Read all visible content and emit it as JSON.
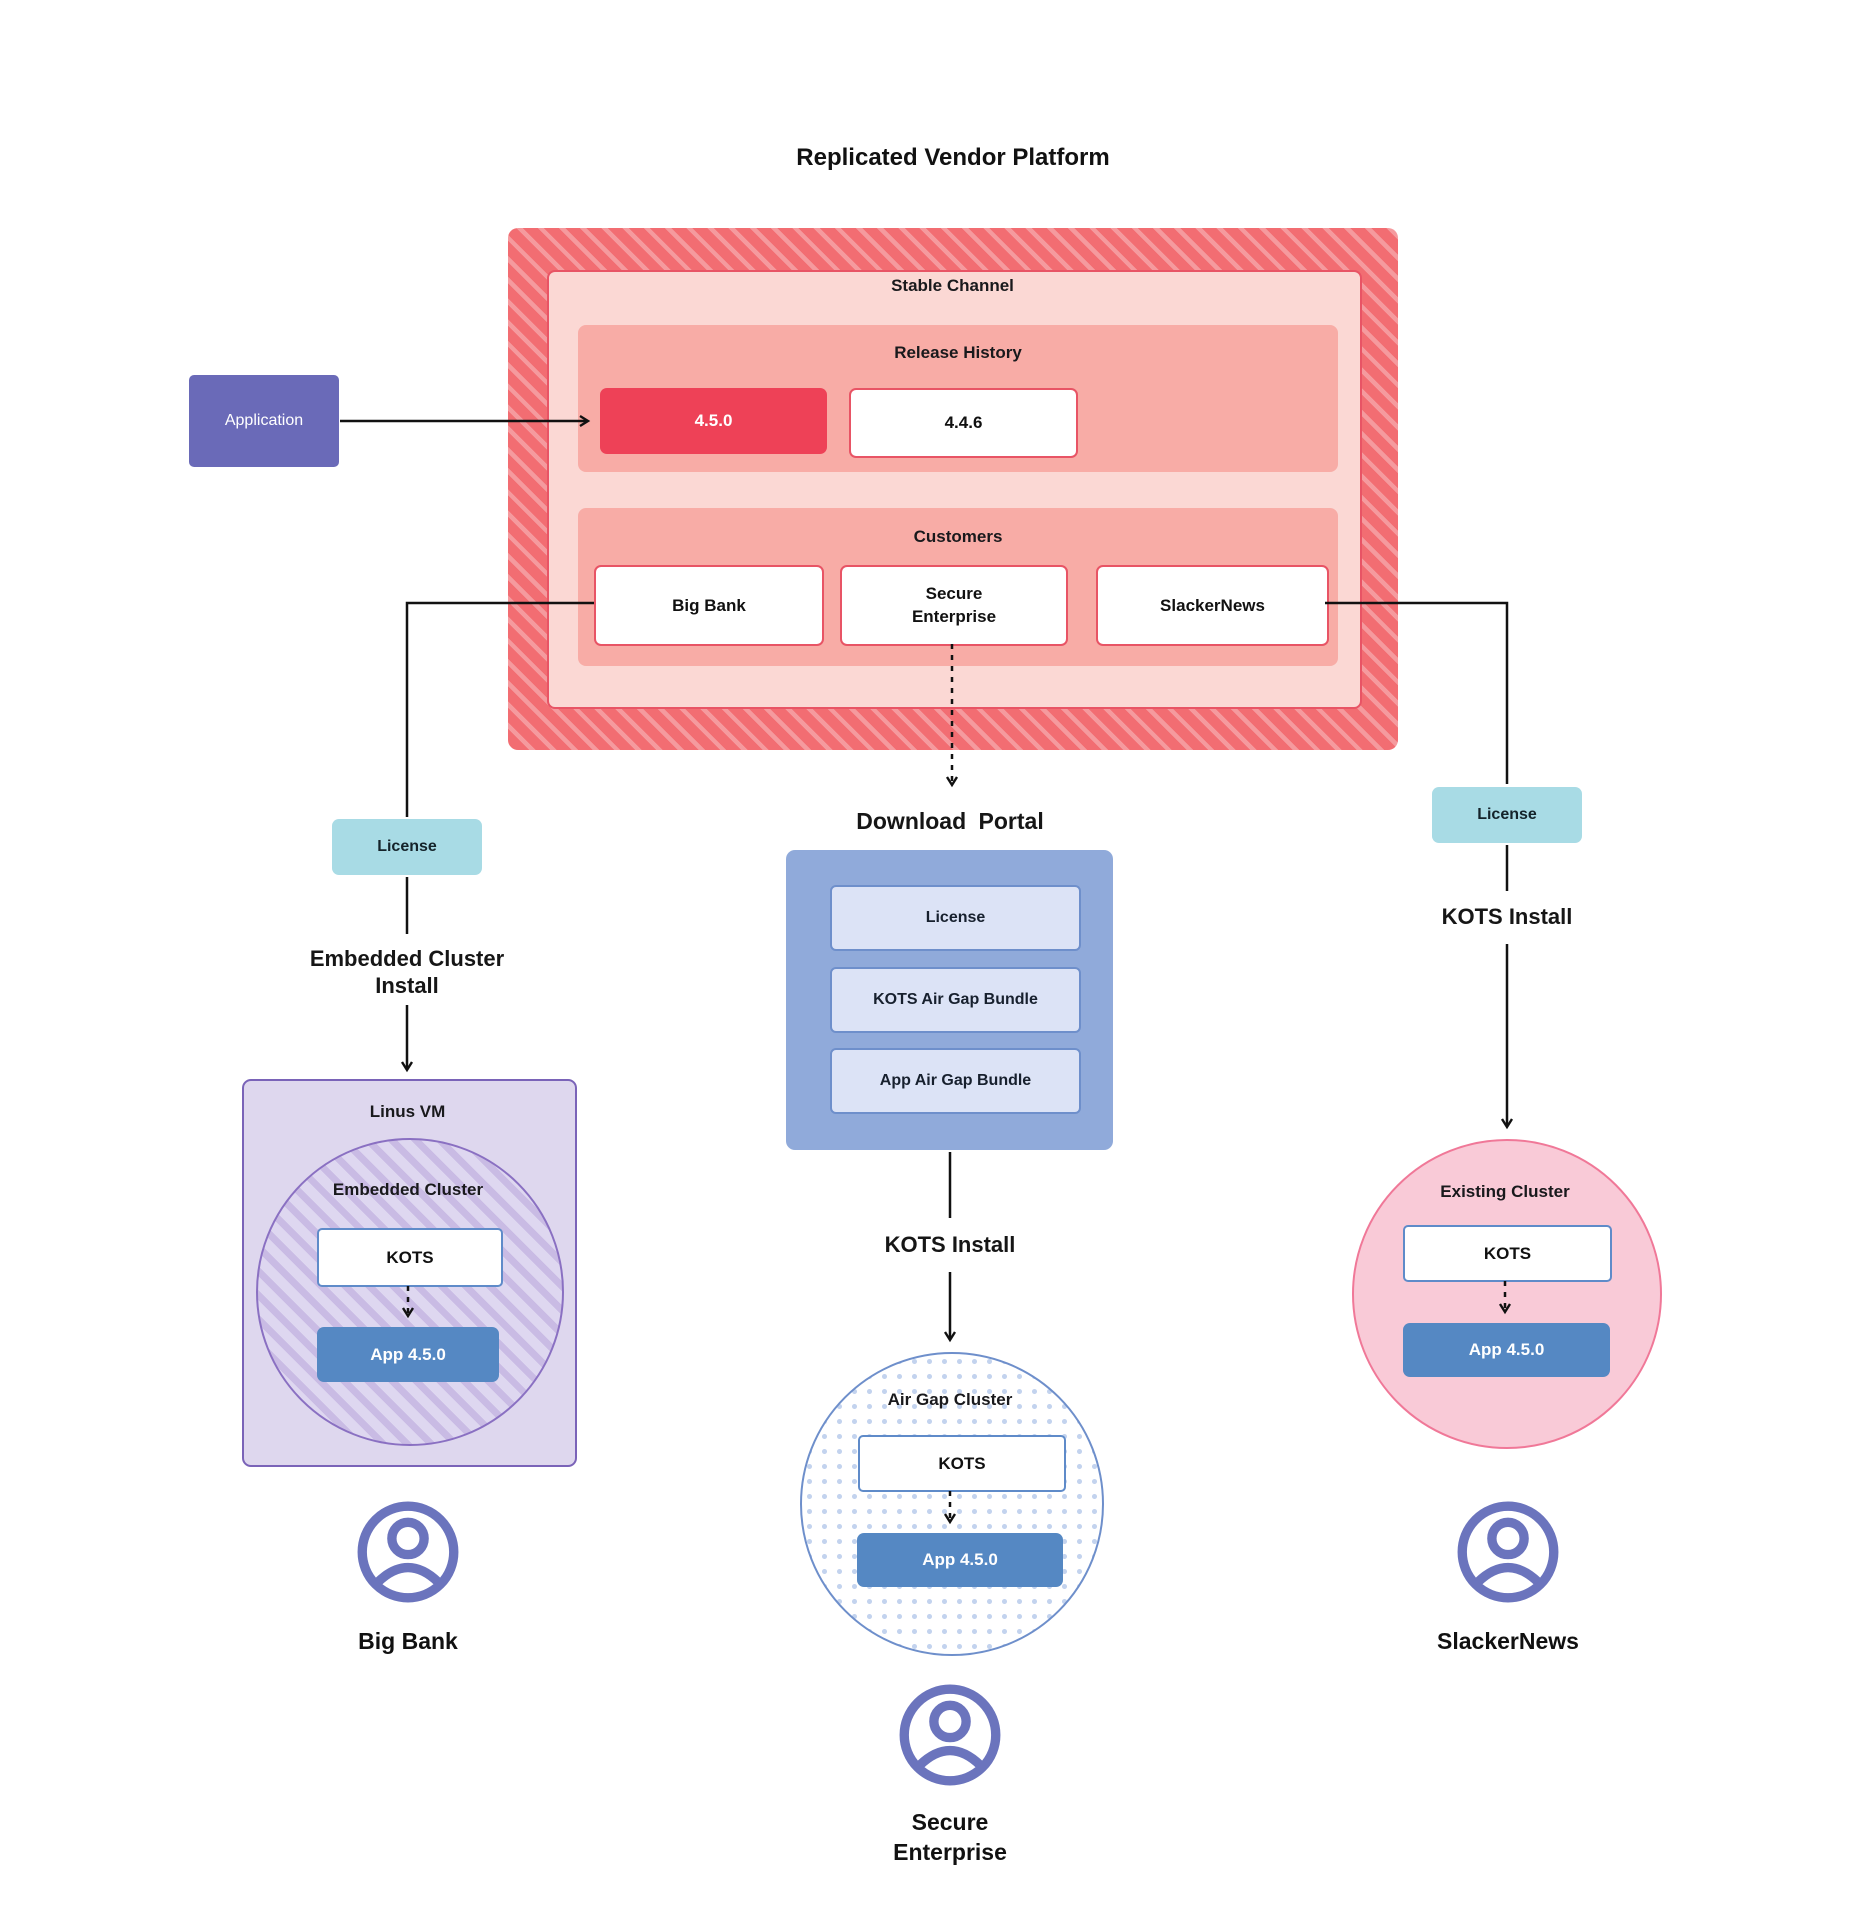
{
  "title": "Replicated Vendor Platform",
  "platform": {
    "stable_channel": {
      "label": "Stable Channel"
    },
    "release_history": {
      "label": "Release History",
      "releases": [
        {
          "version": "4.5.0",
          "highlighted": true
        },
        {
          "version": "4.4.6",
          "highlighted": false
        }
      ]
    },
    "customers": {
      "label": "Customers",
      "items": [
        {
          "name": "Big Bank"
        },
        {
          "name": "Secure\nEnterprise"
        },
        {
          "name": "SlackerNews"
        }
      ]
    }
  },
  "application": {
    "label": "Application"
  },
  "download_portal": {
    "label": "Download Portal",
    "items": [
      {
        "name": "License"
      },
      {
        "name": "KOTS Air Gap Bundle"
      },
      {
        "name": "App Air Gap Bundle"
      }
    ]
  },
  "flows": {
    "left": {
      "license": "License",
      "install": "Embedded Cluster\nInstall",
      "vm": "Linus VM",
      "cluster": "Embedded Cluster",
      "kots": "KOTS",
      "app": "App 4.5.0",
      "customer": "Big Bank"
    },
    "center": {
      "install": "KOTS Install",
      "cluster": "Air Gap Cluster",
      "kots": "KOTS",
      "app": "App 4.5.0",
      "customer": "Secure\nEnterprise"
    },
    "right": {
      "license": "License",
      "install": "KOTS Install",
      "cluster": "Existing Cluster",
      "kots": "KOTS",
      "app": "App 4.5.0",
      "customer": "SlackerNews"
    }
  },
  "colors": {
    "hatch_red_dark": "#f26d72",
    "hatch_red_light": "#f59a9e",
    "channel_pink": "#fbd8d4",
    "channel_border_red": "#e85465",
    "section_pink": "#f8aca6",
    "release_red": "#ee4157",
    "application_purple": "#6a6ab8",
    "license_teal": "#a8dbe5",
    "portal_blue": "#90aada",
    "portal_item_fill": "#dce3f6",
    "portal_item_border": "#6e8fcb",
    "kots_border_blue": "#5f8bc9",
    "app_blue": "#5588c3",
    "vm_purple_fill": "#ded7ee",
    "vm_purple_border": "#7a63b8",
    "cluster_hatch_purple": "#c9bbe4",
    "airgap_dot_blue": "#c3d3ee",
    "existing_pink_fill": "#f9cad7",
    "existing_pink_border": "#f07898",
    "user_icon_purple": "#6b74bd",
    "arrow_black": "#111111"
  }
}
